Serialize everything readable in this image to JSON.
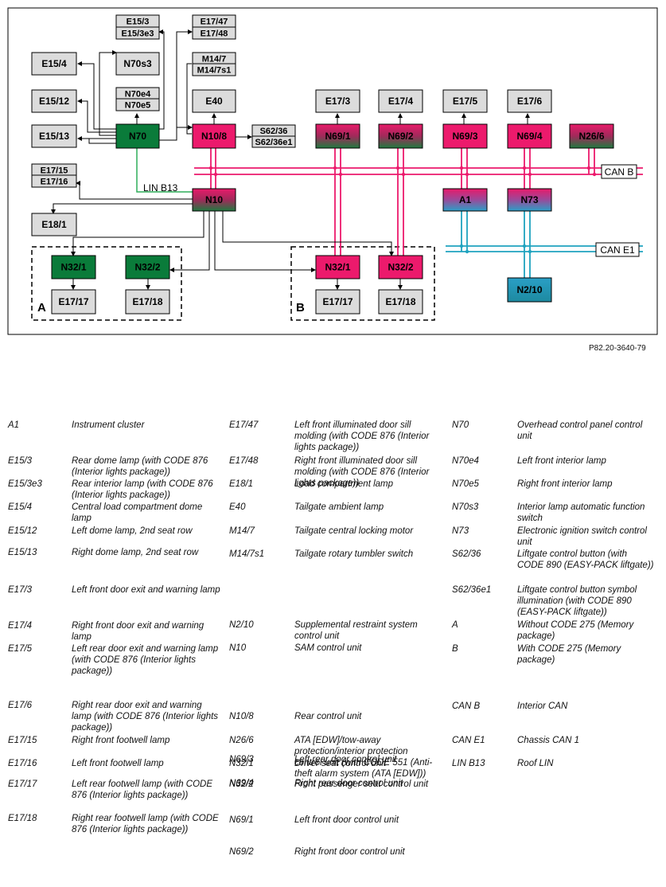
{
  "diagram": {
    "nodes": [
      {
        "id": "E15/3",
        "label": "E15/3",
        "kind": "gray"
      },
      {
        "id": "E15/3e3",
        "label": "E15/3e3",
        "kind": "gray"
      },
      {
        "id": "E17/47",
        "label": "E17/47",
        "kind": "gray"
      },
      {
        "id": "E17/48",
        "label": "E17/48",
        "kind": "gray"
      },
      {
        "id": "E15/4",
        "label": "E15/4",
        "kind": "gray"
      },
      {
        "id": "N70s3",
        "label": "N70s3",
        "kind": "gray"
      },
      {
        "id": "M14/7",
        "label": "M14/7",
        "kind": "gray"
      },
      {
        "id": "M14/7s1",
        "label": "M14/7s1",
        "kind": "gray"
      },
      {
        "id": "E15/12",
        "label": "E15/12",
        "kind": "gray"
      },
      {
        "id": "N70e4",
        "label": "N70e4",
        "kind": "gray"
      },
      {
        "id": "N70e5",
        "label": "N70e5",
        "kind": "gray"
      },
      {
        "id": "E40",
        "label": "E40",
        "kind": "gray"
      },
      {
        "id": "E17/3",
        "label": "E17/3",
        "kind": "gray"
      },
      {
        "id": "E17/4",
        "label": "E17/4",
        "kind": "gray"
      },
      {
        "id": "E17/5",
        "label": "E17/5",
        "kind": "gray"
      },
      {
        "id": "E17/6",
        "label": "E17/6",
        "kind": "gray"
      },
      {
        "id": "E15/13",
        "label": "E15/13",
        "kind": "gray"
      },
      {
        "id": "N70",
        "label": "N70",
        "kind": "green"
      },
      {
        "id": "N10/8",
        "label": "N10/8",
        "kind": "pink"
      },
      {
        "id": "S62/36",
        "label": "S62/36",
        "kind": "gray"
      },
      {
        "id": "S62/36e1",
        "label": "S62/36e1",
        "kind": "gray"
      },
      {
        "id": "N69/1",
        "label": "N69/1",
        "kind": "pinkgreen"
      },
      {
        "id": "N69/2",
        "label": "N69/2",
        "kind": "pinkgreen"
      },
      {
        "id": "N69/3",
        "label": "N69/3",
        "kind": "pink"
      },
      {
        "id": "N69/4",
        "label": "N69/4",
        "kind": "pink"
      },
      {
        "id": "N26/6",
        "label": "N26/6",
        "kind": "pinkgreen"
      },
      {
        "id": "E17/15",
        "label": "E17/15",
        "kind": "gray"
      },
      {
        "id": "E17/16",
        "label": "E17/16",
        "kind": "gray"
      },
      {
        "id": "N10",
        "label": "N10",
        "kind": "pinkgreen"
      },
      {
        "id": "A1",
        "label": "A1",
        "kind": "pinkblue"
      },
      {
        "id": "N73",
        "label": "N73",
        "kind": "pinkblue"
      },
      {
        "id": "E18/1",
        "label": "E18/1",
        "kind": "gray"
      },
      {
        "id": "N32/1A",
        "label": "N32/1",
        "kind": "green"
      },
      {
        "id": "N32/2A",
        "label": "N32/2",
        "kind": "green"
      },
      {
        "id": "N32/1B",
        "label": "N32/1",
        "kind": "pink"
      },
      {
        "id": "N32/2B",
        "label": "N32/2",
        "kind": "pink"
      },
      {
        "id": "E17/17A",
        "label": "E17/17",
        "kind": "gray"
      },
      {
        "id": "E17/18A",
        "label": "E17/18",
        "kind": "gray"
      },
      {
        "id": "E17/17B",
        "label": "E17/17",
        "kind": "gray"
      },
      {
        "id": "E17/18B",
        "label": "E17/18",
        "kind": "gray"
      },
      {
        "id": "N2/10",
        "label": "N2/10",
        "kind": "blue"
      }
    ],
    "bus_labels": {
      "can_b": "CAN B",
      "can_e1": "CAN E1",
      "lin": "LIN B13"
    },
    "group_labels": {
      "a": "A",
      "b": "B"
    },
    "colors": {
      "pink": "#ec1a6c",
      "green": "#0a7b3a",
      "blue": "#1fa3bf",
      "gray": "#dcdcdc"
    }
  },
  "ref_code": "P82.20-3640-79",
  "legend": [
    {
      "code": "A1",
      "desc": "Instrument cluster"
    },
    {
      "code": "E15/3",
      "desc": "Rear dome lamp (with CODE 876 (Interior lights package))"
    },
    {
      "code": "E15/3e3",
      "desc": "Rear interior lamp (with CODE 876 (Interior lights package))"
    },
    {
      "code": "E15/4",
      "desc": "Central load compartment dome lamp"
    },
    {
      "code": "E15/12",
      "desc": "Left dome lamp, 2nd seat row"
    },
    {
      "code": "E15/13",
      "desc": "Right dome lamp, 2nd seat row"
    },
    {
      "code": "E17/3",
      "desc": "Left front door exit and warning lamp"
    },
    {
      "code": "E17/4",
      "desc": "Right front door exit and warning lamp"
    },
    {
      "code": "E17/5",
      "desc": "Left rear door exit and warning lamp (with CODE 876 (Interior lights package))"
    },
    {
      "code": "E17/6",
      "desc": "Right rear door exit and warning lamp (with CODE 876 (Interior lights package))"
    },
    {
      "code": "E17/15",
      "desc": "Right front footwell lamp"
    },
    {
      "code": "E17/16",
      "desc": "Left front footwell lamp"
    },
    {
      "code": "E17/17",
      "desc": "Left rear footwell lamp (with CODE 876 (Interior lights package))"
    },
    {
      "code": "E17/18",
      "desc": "Right rear footwell lamp (with CODE 876 (Interior lights package))"
    },
    {
      "code": "E17/47",
      "desc": "Left front illuminated door sill molding (with CODE 876 (Interior lights package))"
    },
    {
      "code": "E17/48",
      "desc": "Right front illuminated door sill molding (with CODE 876 (Interior lights package))"
    },
    {
      "code": "E18/1",
      "desc": "Load compartment lamp"
    },
    {
      "code": "E40",
      "desc": "Tailgate ambient lamp"
    },
    {
      "code": "M14/7",
      "desc": "Tailgate central locking motor"
    },
    {
      "code": "M14/7s1",
      "desc": "Tailgate rotary tumbler switch"
    },
    {
      "code": "N2/10",
      "desc": "Supplemental restraint system control unit"
    },
    {
      "code": "N10",
      "desc": "SAM control unit"
    },
    {
      "code": "N10/8",
      "desc": "Rear control unit"
    },
    {
      "code": "N26/6",
      "desc": "ATA [EDW]/tow-away protection/interior protection control unit (with CODE 551 (Anti-theft alarm system (ATA [EDW]))"
    },
    {
      "code": "N32/1",
      "desc": "Driver seat control unit"
    },
    {
      "code": "N32/2",
      "desc": "Front passenger seat control unit"
    },
    {
      "code": "N69/1",
      "desc": "Left front door control unit"
    },
    {
      "code": "N69/2",
      "desc": "Right front door control unit"
    },
    {
      "code": "N69/3",
      "desc": "Left rear door control unit"
    },
    {
      "code": "N69/4",
      "desc": "Right rear door control unit"
    },
    {
      "code": "N70",
      "desc": "Overhead control panel control unit"
    },
    {
      "code": "N70e4",
      "desc": "Left front interior lamp"
    },
    {
      "code": "N70e5",
      "desc": "Right front interior lamp"
    },
    {
      "code": "N70s3",
      "desc": "Interior lamp automatic function switch"
    },
    {
      "code": "N73",
      "desc": "Electronic ignition switch control unit"
    },
    {
      "code": "S62/36",
      "desc": "Liftgate control button (with CODE 890 (EASY-PACK liftgate))"
    },
    {
      "code": "S62/36e1",
      "desc": "Liftgate control button symbol illumination (with CODE 890 (EASY-PACK liftgate))"
    },
    {
      "code": "A",
      "desc": "Without CODE 275 (Memory package)"
    },
    {
      "code": "B",
      "desc": "With CODE 275 (Memory package)"
    },
    {
      "code": "CAN B",
      "desc": "Interior CAN"
    },
    {
      "code": "CAN E1",
      "desc": "Chassis CAN 1"
    },
    {
      "code": "LIN B13",
      "desc": "Roof LIN"
    }
  ]
}
